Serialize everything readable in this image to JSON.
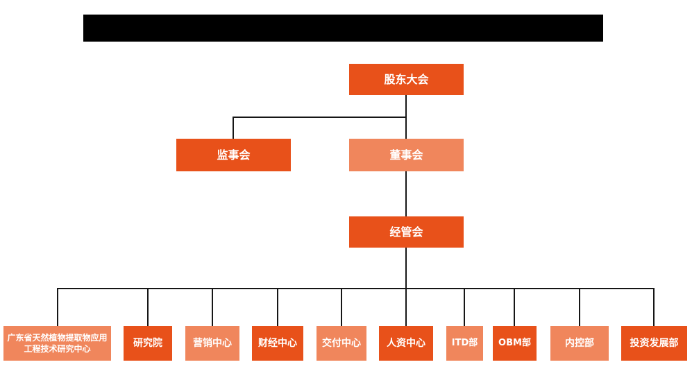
{
  "colors": {
    "dark_orange": "#E8511A",
    "light_orange": "#F0865C",
    "line_color": "#161616",
    "bar_color": "#000000",
    "text_color": "#FFFFFF"
  },
  "header": {
    "redacted_title": ""
  },
  "org": {
    "shareholders": {
      "label": "股东大会",
      "variant": "dark"
    },
    "supervisory": {
      "label": "监事会",
      "variant": "dark"
    },
    "directors": {
      "label": "董事会",
      "variant": "light"
    },
    "management": {
      "label": "经管会",
      "variant": "dark"
    },
    "departments": [
      {
        "label": "广东省天然植物提取物应用工程技术研究中心",
        "variant": "light"
      },
      {
        "label": "研究院",
        "variant": "dark"
      },
      {
        "label": "营销中心",
        "variant": "light"
      },
      {
        "label": "财经中心",
        "variant": "dark"
      },
      {
        "label": "交付中心",
        "variant": "light"
      },
      {
        "label": "人资中心",
        "variant": "dark"
      },
      {
        "label": "ITD部",
        "variant": "light"
      },
      {
        "label": "OBM部",
        "variant": "dark"
      },
      {
        "label": "内控部",
        "variant": "light"
      },
      {
        "label": "投资发展部",
        "variant": "dark"
      }
    ]
  }
}
